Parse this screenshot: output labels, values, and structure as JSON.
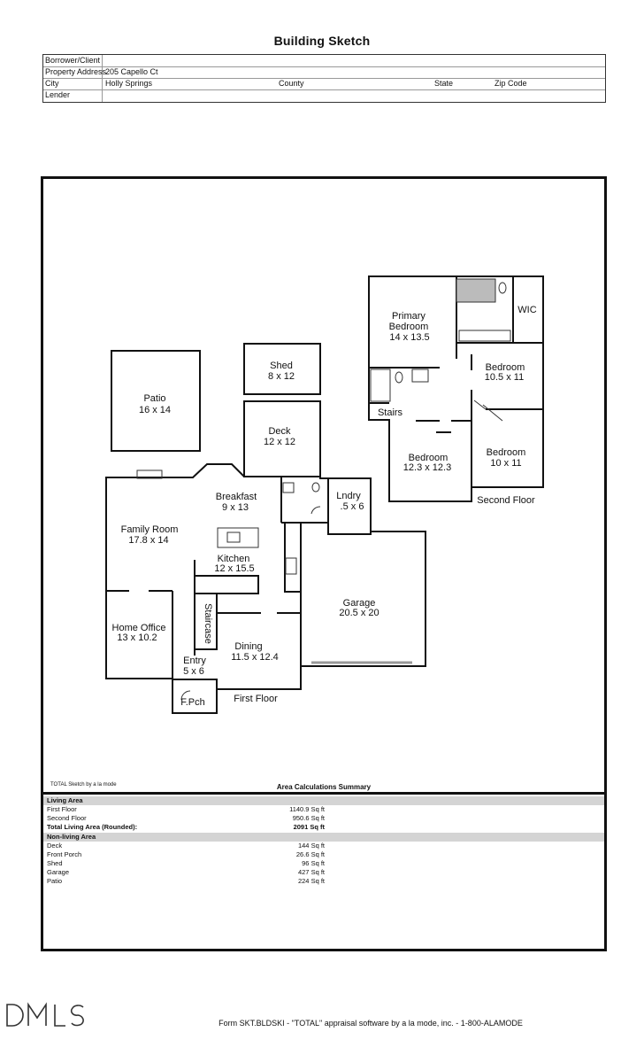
{
  "header": {
    "title": "Building Sketch",
    "borrower_label": "Borrower/Client",
    "address_label": "Property Address",
    "address_value": "205 Capello Ct",
    "city_label": "City",
    "city_value": "Holly Springs",
    "county_label": "County",
    "state_label": "State",
    "zip_label": "Zip Code",
    "lender_label": "Lender"
  },
  "sketch": {
    "rooms": {
      "patio": [
        "Patio",
        "16 x 14"
      ],
      "shed": [
        "Shed",
        "8 x 12"
      ],
      "deck": [
        "Deck",
        "12 x 12"
      ],
      "breakfast": [
        "Breakfast",
        "9 x 13"
      ],
      "laundry": [
        "Lndry",
        ".5 x 6"
      ],
      "family_room": [
        "Family Room",
        "17.8 x 14"
      ],
      "kitchen": [
        "Kitchen",
        "12 x 15.5"
      ],
      "garage": [
        "Garage",
        "20.5 x 20"
      ],
      "home_office": [
        "Home Office",
        "13 x 10.2"
      ],
      "staircase": "Staircase",
      "dining": [
        "Dining",
        "11.5 x 12.4"
      ],
      "entry": [
        "Entry",
        "5 x 6"
      ],
      "front_porch": "F.Pch",
      "first_floor": "First Floor",
      "primary_bedroom": [
        "Primary",
        "Bedroom",
        "14 x 13.5"
      ],
      "wic": "WIC",
      "bedroom_2": [
        "Bedroom",
        "10.5 x 11"
      ],
      "stairs": "Stairs",
      "bedroom_3": [
        "Bedroom",
        "12.3 x 12.3"
      ],
      "bedroom_4": [
        "Bedroom",
        "10 x 11"
      ],
      "second_floor": "Second Floor"
    }
  },
  "summary": {
    "brand": "TOTAL Sketch by a la mode",
    "title": "Area Calculations Summary",
    "living_header": "Living Area",
    "living": [
      {
        "name": "First Floor",
        "value": "1140.9 Sq ft"
      },
      {
        "name": "Second Floor",
        "value": "950.6 Sq ft"
      }
    ],
    "total": {
      "name": "Total Living Area (Rounded):",
      "value": "2091 Sq ft"
    },
    "nonliving_header": "Non-living Area",
    "nonliving": [
      {
        "name": "Deck",
        "value": "144 Sq ft"
      },
      {
        "name": "Front Porch",
        "value": "26.6 Sq ft"
      },
      {
        "name": "Shed",
        "value": "96 Sq ft"
      },
      {
        "name": "Garage",
        "value": "427 Sq ft"
      },
      {
        "name": "Patio",
        "value": "224 Sq ft"
      }
    ]
  },
  "footer": {
    "logo_text": "DMLS",
    "text": "Form SKT.BLDSKI - \"TOTAL\" appraisal software by a la mode, inc. - 1-800-ALAMODE"
  }
}
